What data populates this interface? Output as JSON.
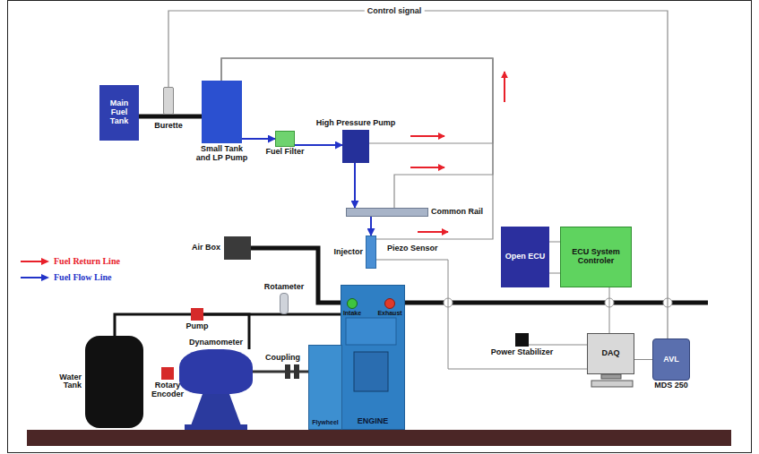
{
  "diagram": {
    "nodes": [
      {
        "text": [
          "Main Fuel Tank"
        ]
      },
      {
        "text": [
          "Burette"
        ]
      },
      {
        "text": [
          "Small Tank and LP Pump"
        ]
      },
      {
        "text": [
          "Fuel Filter"
        ]
      },
      {
        "text": [
          "High Pressure Pump"
        ]
      },
      {
        "text": [
          "Common Rail"
        ]
      },
      {
        "text": [
          "Air Box"
        ]
      },
      {
        "text": [
          "Injector"
        ]
      },
      {
        "text": [
          "Open ECU"
        ]
      },
      {
        "text": [
          "ECU System Controler"
        ]
      },
      {
        "text": [
          "Rotameter"
        ]
      },
      {
        "text": [
          "ENGINE"
        ]
      },
      {
        "text": [
          "Intake"
        ],
        "in": 11
      },
      {
        "text": [
          "Exhaust"
        ],
        "in": 11
      },
      {
        "text": [
          "Water Tank"
        ]
      },
      {
        "text": [
          "Pump"
        ]
      },
      {
        "text": [
          "Rotary Encoder"
        ]
      },
      {
        "text": [
          "Dynamometer"
        ]
      },
      {
        "text": [
          "Flywheel"
        ]
      },
      {
        "text": [
          "Power Stabilizer"
        ]
      },
      {
        "text": [
          "DAQ"
        ]
      },
      {
        "text": [
          "AVL",
          "MDS 250"
        ]
      }
    ],
    "edges": [
      {
        "from": 0,
        "to": 2,
        "arrow": "none"
      },
      {
        "from": 2,
        "to": 3,
        "arrow": "to"
      },
      {
        "from": 3,
        "to": 4,
        "arrow": "to"
      },
      {
        "from": 4,
        "to": 5,
        "arrow": "to"
      },
      {
        "from": 5,
        "to": 7,
        "arrow": "to"
      },
      {
        "from": 4,
        "to": 2,
        "arrow": "none"
      },
      {
        "from": 5,
        "to": 2,
        "arrow": "none"
      },
      {
        "from": 7,
        "to": 2,
        "arrow": "none"
      },
      {
        "from": 6,
        "to": 12,
        "arrow": "none"
      },
      {
        "from": 1,
        "to": 21,
        "label": "Control signal",
        "arrow": "none"
      },
      {
        "from": 14,
        "to": 15,
        "arrow": "none"
      },
      {
        "from": 15,
        "to": 11,
        "arrow": "none"
      },
      {
        "from": 15,
        "to": 17,
        "arrow": "none"
      },
      {
        "from": 17,
        "to": 18,
        "arrow": "none"
      },
      {
        "from": 8,
        "to": 9,
        "arrow": "none"
      },
      {
        "from": 9,
        "to": 20,
        "arrow": "none"
      },
      {
        "from": 7,
        "to": 20,
        "arrow": "none"
      },
      {
        "from": 19,
        "to": 20,
        "arrow": "none"
      },
      {
        "from": 20,
        "to": 21,
        "arrow": "none"
      }
    ],
    "labels": [
      "Piezo Sensor",
      "Coupling"
    ],
    "legend": [
      {
        "text": "Fuel Return Line"
      },
      {
        "text": "Fuel Flow Line"
      }
    ]
  }
}
